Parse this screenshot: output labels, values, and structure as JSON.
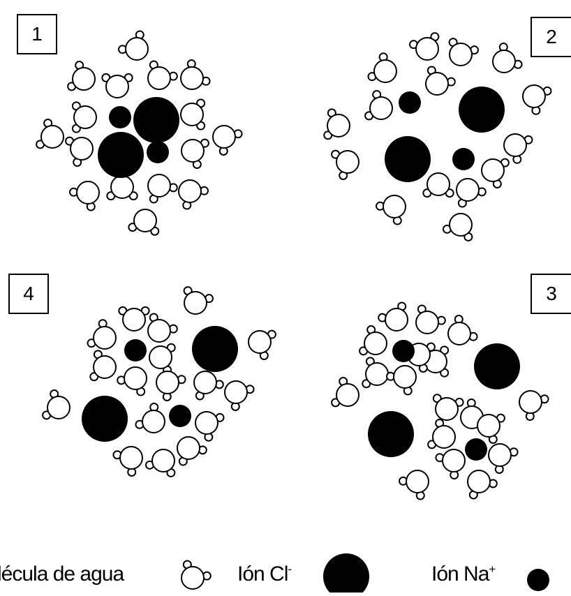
{
  "panels": [
    {
      "id": "1",
      "label": "1"
    },
    {
      "id": "2",
      "label": "2"
    },
    {
      "id": "4",
      "label": "4"
    },
    {
      "id": "3",
      "label": "3"
    }
  ],
  "legend": {
    "water": {
      "text": "lécula de agua",
      "icon": "water-molecule-icon"
    },
    "chloride": {
      "text": "Ión Cl",
      "charge": "-",
      "icon": "chloride-ion-icon"
    },
    "sodium": {
      "text": "Ión Na",
      "charge": "+",
      "icon": "sodium-ion-icon"
    }
  }
}
